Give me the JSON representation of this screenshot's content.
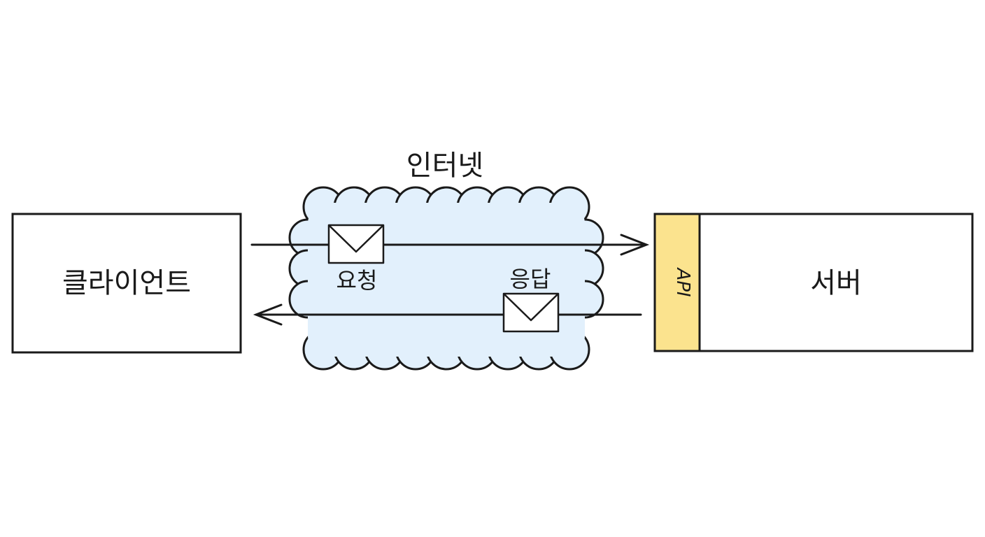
{
  "diagram": {
    "client_label": "클라이언트",
    "server_label": "서버",
    "api_label": "API",
    "internet_label": "인터넷",
    "request_label": "요청",
    "response_label": "응답"
  },
  "colors": {
    "stroke": "#1a1a1a",
    "cloud_fill": "#e2f0fc",
    "api_fill": "#fbe38e",
    "box_fill": "#ffffff"
  }
}
